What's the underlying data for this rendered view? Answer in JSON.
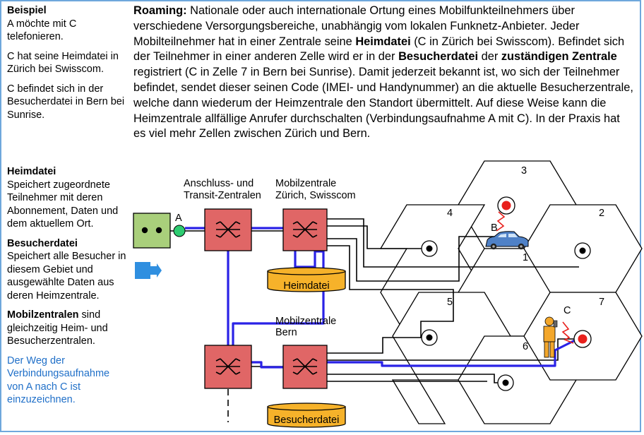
{
  "example": {
    "title": "Beispiel",
    "line1": "A möchte mit C telefonieren.",
    "line2": "C hat seine Heimdatei in Zürich bei Swisscom.",
    "line3": "C befindet sich in der Besucherdatei in Bern bei Sunrise."
  },
  "description": {
    "t1": "Roaming:",
    "t2": " Nationale oder auch internationale Ortung eines Mobilfunkteilnehmers über verschiedene Versorgungsbereiche, unabhängig vom lokalen Funknetz-Anbieter. Jeder Mobilteilnehmer hat in einer Zentrale seine ",
    "t3": "Heimdatei",
    "t4": " (C in Zürich bei Swisscom). Befindet sich der Teilnehmer in einer anderen Zelle wird er in der ",
    "t5": "Besucherdatei",
    "t6": " der ",
    "t7": "zuständigen Zentrale",
    "t8": " registriert (C in Zelle 7 in Bern bei Sunrise). Damit jederzeit bekannt ist, wo sich der Teilnehmer befindet, sendet dieser seinen Code (IMEI- und Handynummer) an die aktuelle Besucherzentrale, welche dann wiederum der Heimzentrale den Standort übermittelt. Auf diese Weise kann die Heimzentrale allfällige Anrufer durchschalten (Verbindungsaufnahme A mit C). In der Praxis hat es viel mehr Zellen zwischen Zürich und Bern."
  },
  "legend": {
    "heim_title": "Heimdatei",
    "heim_text": "Speichert zugeordnete Teilnehmer mit deren Abonnement, Daten und dem aktuellem Ort.",
    "besucher_title": "Besucherdatei",
    "besucher_text": "Speichert alle Besucher in diesem Gebiet und ausgewählte Daten aus deren Heimzentrale.",
    "mobil_title": "Mobilzentralen",
    "mobil_text": " sind gleichzeitig Heim- und Besucherzentralen.",
    "task": "Der Weg der Verbindungsaufnahme von A nach C ist einzuzeichnen."
  },
  "diagram": {
    "anschluss_l1": "Anschluss- und",
    "anschluss_l2": "Transit-Zentralen",
    "zuerich_l1": "Mobilzentrale",
    "zuerich_l2": "Zürich, Swisscom",
    "bern_l1": "Mobilzentrale",
    "bern_l2": "Bern",
    "heimdatei": "Heimdatei",
    "besucherdatei": "Besucherdatei",
    "label_a": "A",
    "label_b": "B",
    "label_c": "C",
    "cells": [
      "1",
      "2",
      "3",
      "4",
      "5",
      "6",
      "7"
    ]
  },
  "colors": {
    "switch_fill": "#e06666",
    "phone_fill": "#a9cf7b",
    "db_fill": "#f6b22a",
    "path_blue": "#2a22e6",
    "accent_blue": "#1f6fc8",
    "frame_blue": "#6fa8dc"
  }
}
